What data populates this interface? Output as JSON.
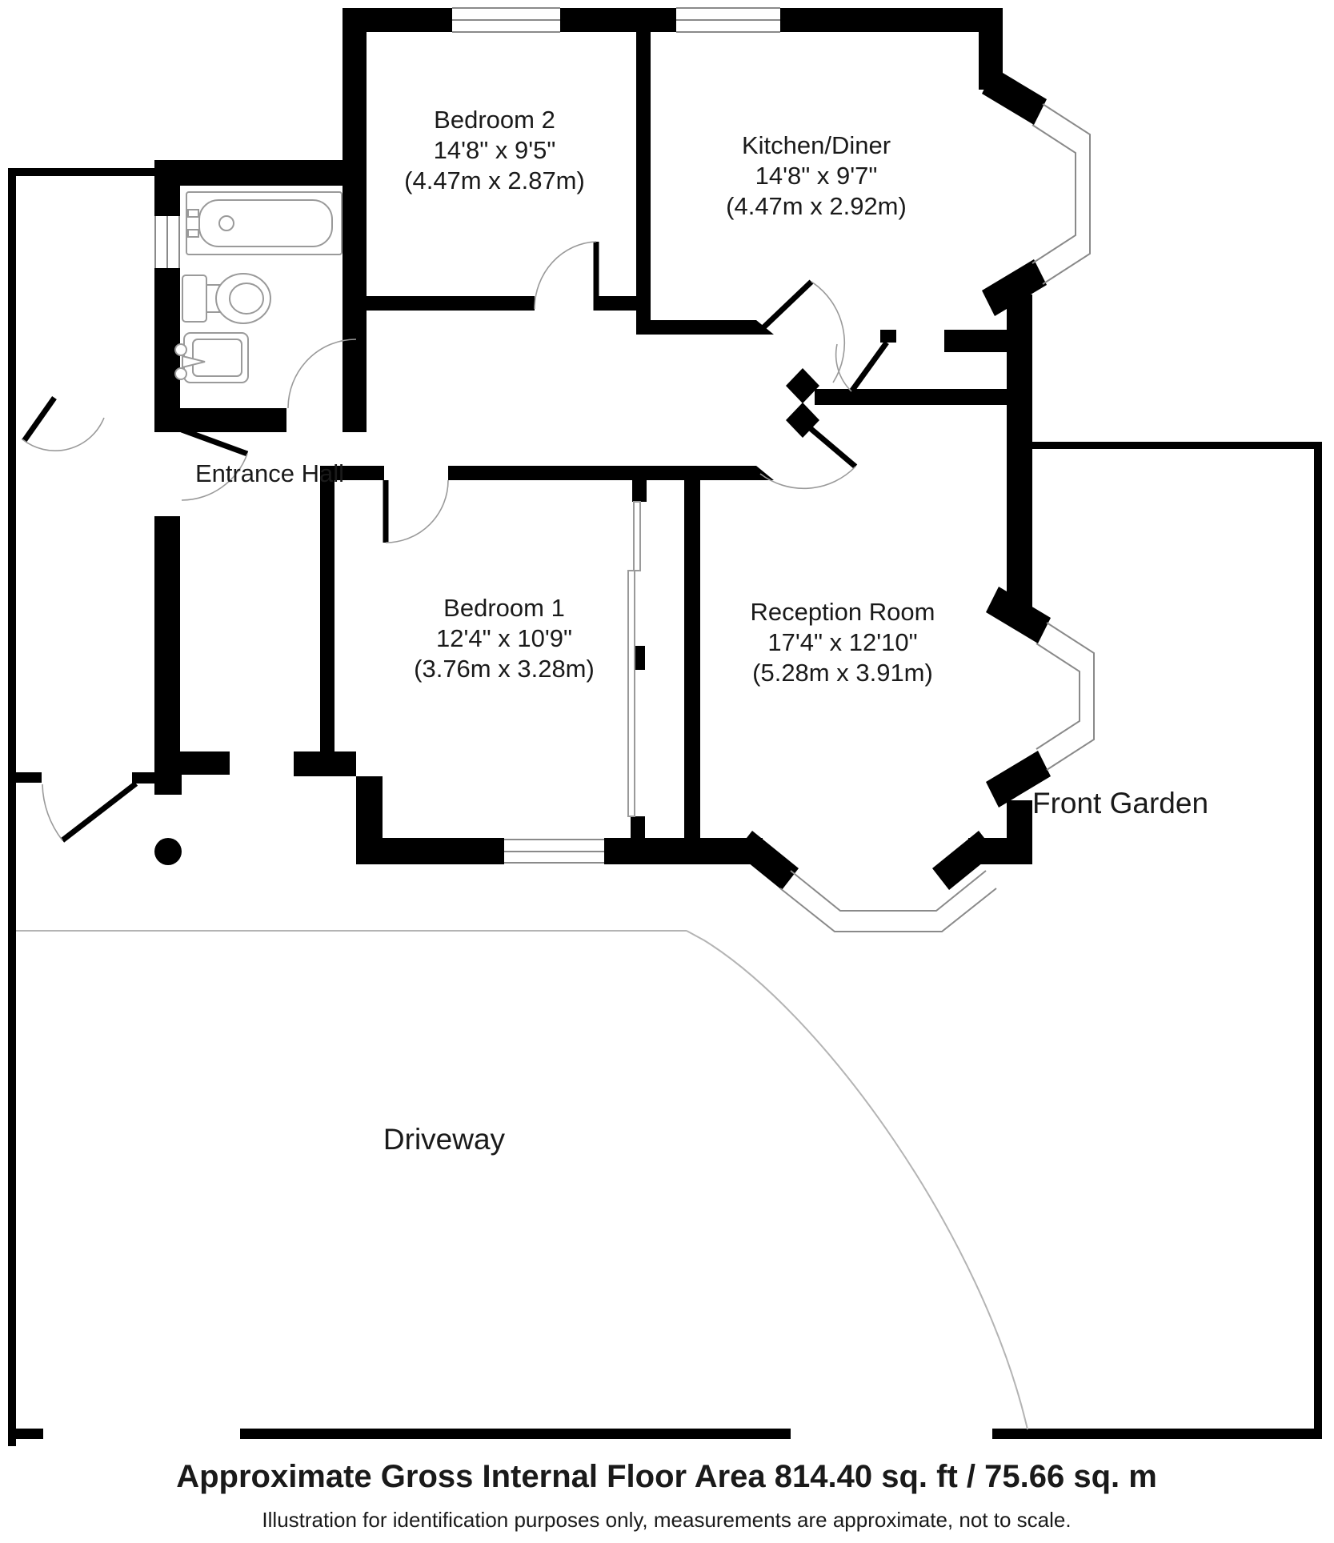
{
  "title": "Floor plan",
  "rooms": {
    "bedroom2": {
      "name": "Bedroom 2",
      "imperial": "14'8\" x 9'5\"",
      "metric": "(4.47m x 2.87m)"
    },
    "kitchen": {
      "name": "Kitchen/Diner",
      "imperial": "14'8\" x 9'7\"",
      "metric": "(4.47m x 2.92m)"
    },
    "bedroom1": {
      "name": "Bedroom 1",
      "imperial": "12'4\" x 10'9\"",
      "metric": "(3.76m x 3.28m)"
    },
    "reception": {
      "name": "Reception Room",
      "imperial": "17'4\" x 12'10\"",
      "metric": "(5.28m x 3.91m)"
    },
    "entrance_hall": {
      "name": "Entrance Hall"
    }
  },
  "outdoor": {
    "front_garden": "Front Garden",
    "driveway": "Driveway"
  },
  "footer": {
    "area_line": "Approximate Gross Internal Floor Area 814.40 sq. ft / 75.66 sq. m",
    "disclaimer": "Illustration for identification purposes only, measurements are approximate, not to scale."
  },
  "colors": {
    "wall": "#000000",
    "glazing_line": "#8a8a8a",
    "door_arc": "#9a9a9a",
    "boundary_curve": "#b4b4b4",
    "text": "#1a1a1a",
    "background": "#ffffff"
  }
}
